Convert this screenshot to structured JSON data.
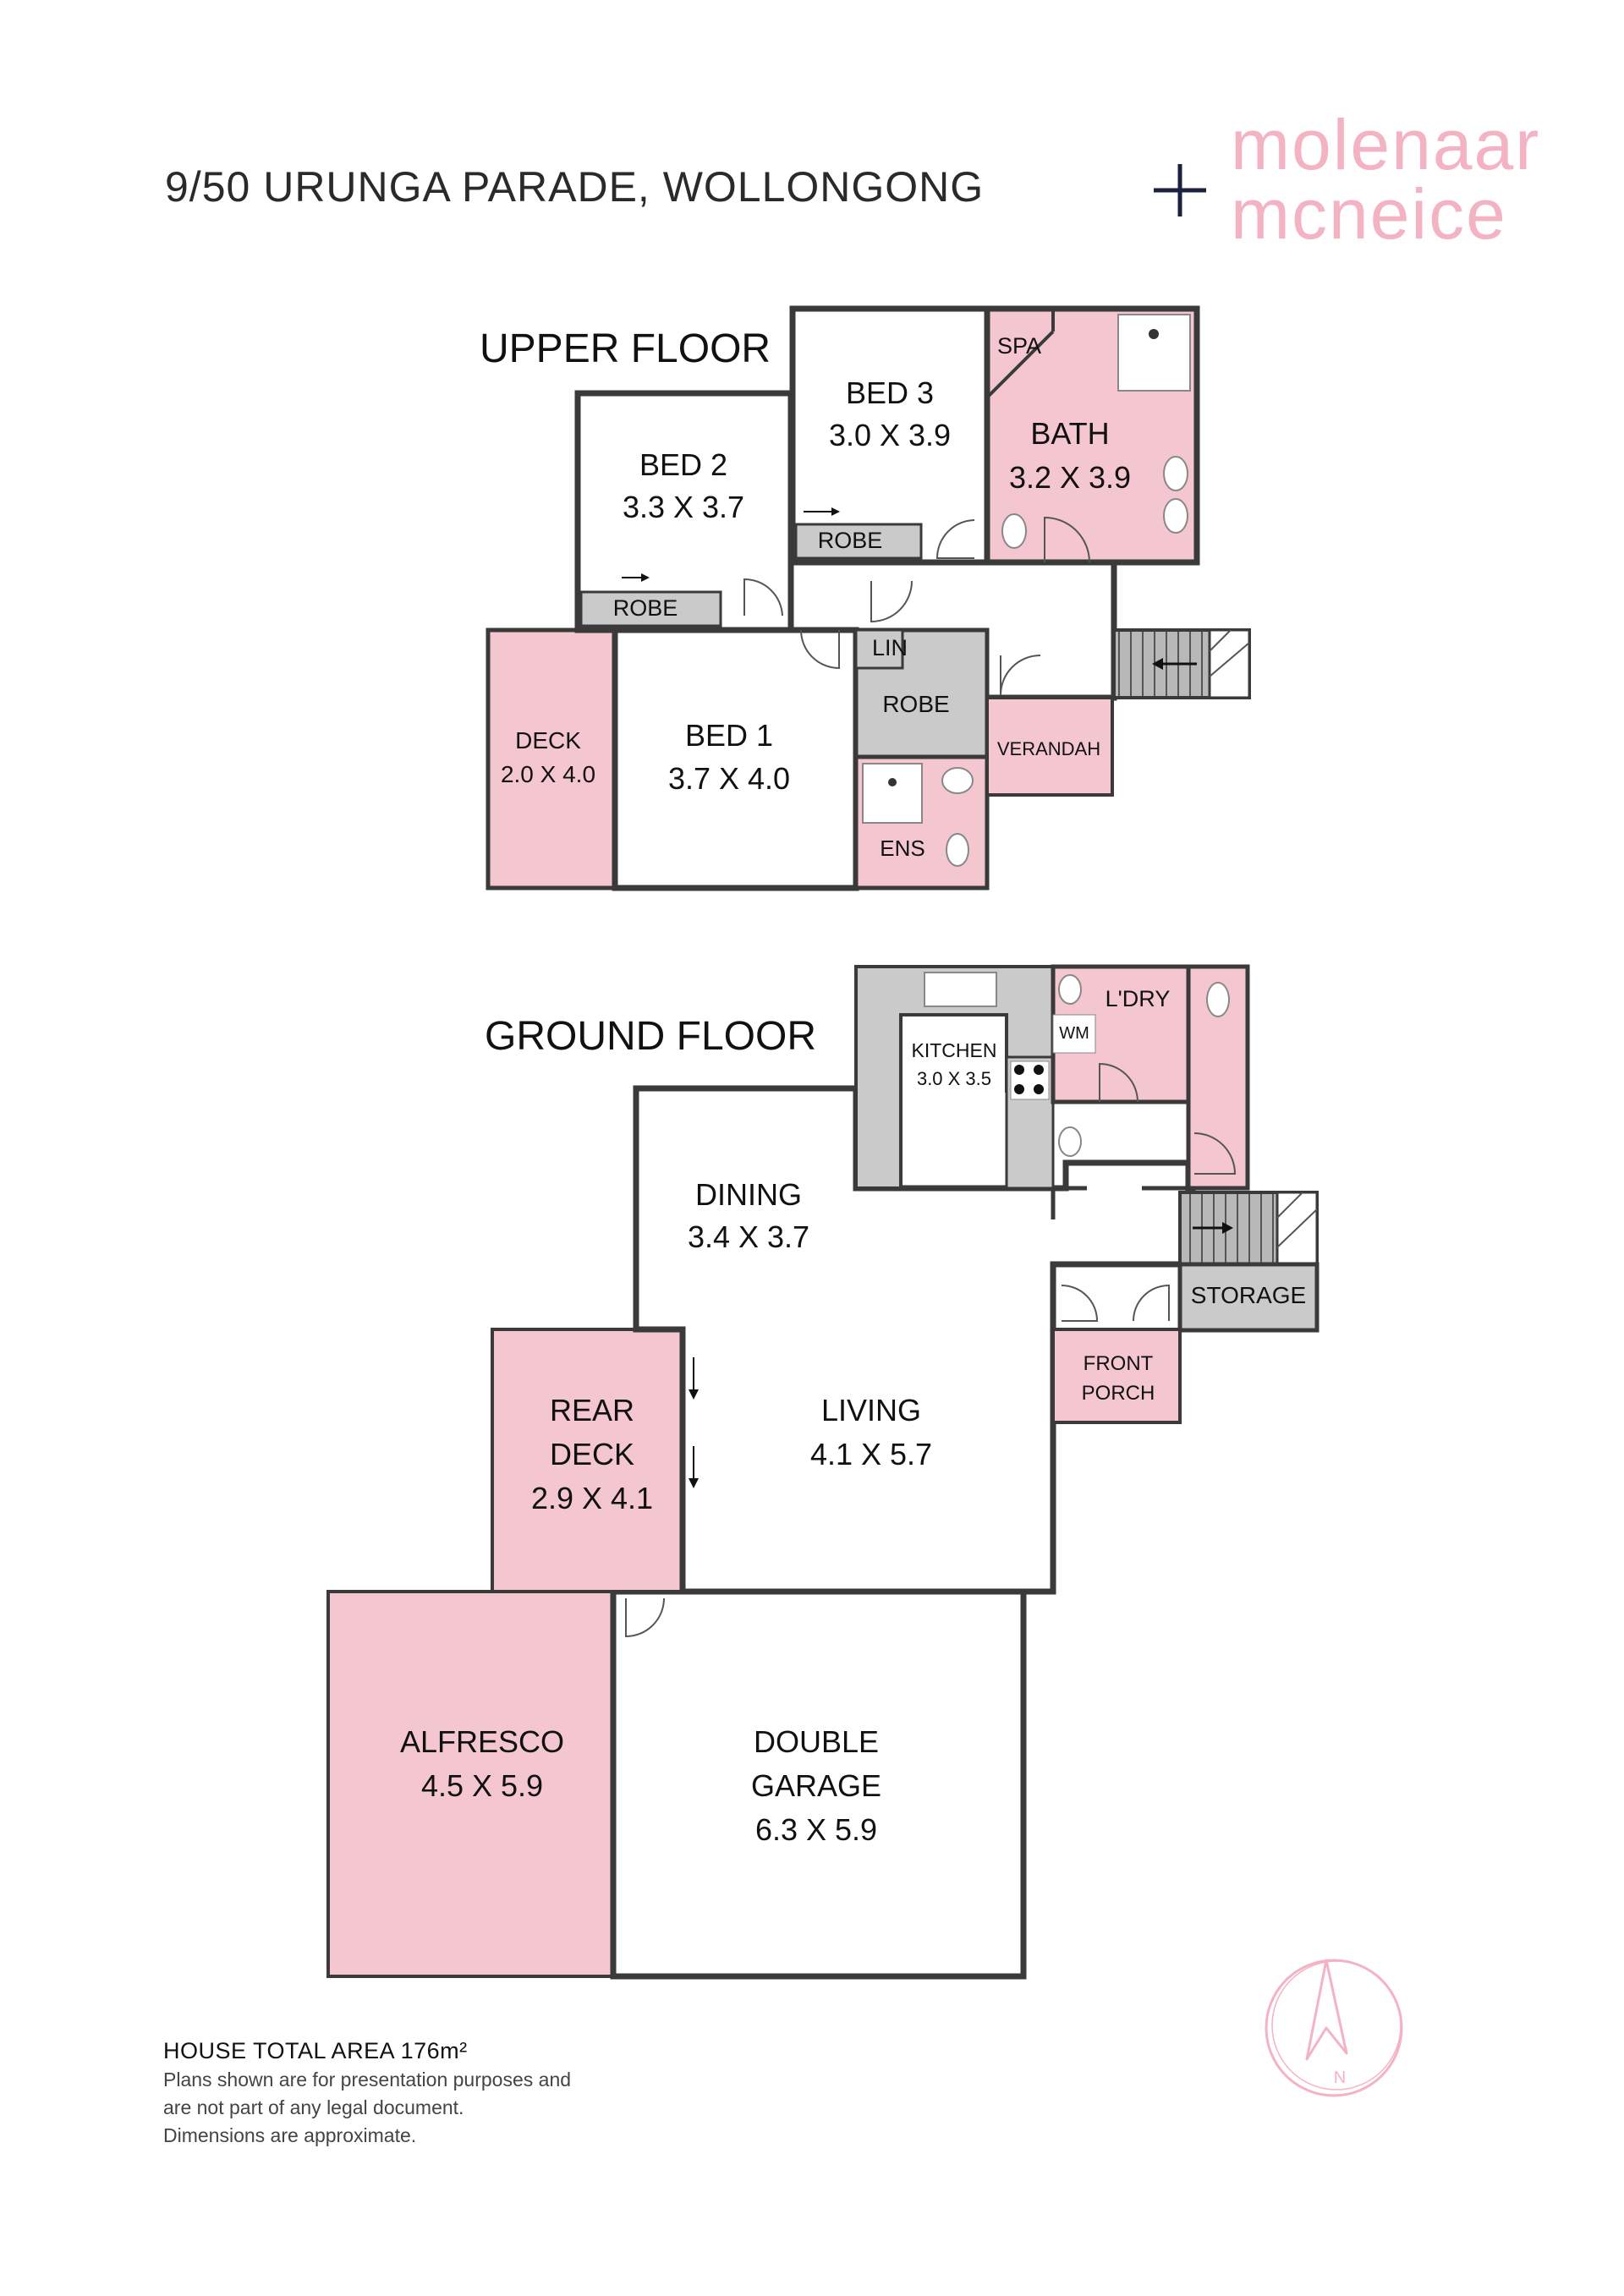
{
  "header": {
    "address": "9/50 URUNGA PARADE, WOLLONGONG"
  },
  "brand": {
    "line1": "molenaar",
    "line2": "mcneice",
    "color": "#f3b3c3",
    "plus_color": "#1c2140"
  },
  "colors": {
    "wet_area": "#f4c6d0",
    "joinery": "#cacaca",
    "wall": "#3a3a3a"
  },
  "upper_floor": {
    "title": "UPPER FLOOR",
    "rooms": {
      "bed2": {
        "name": "BED 2",
        "dims": "3.3 X 3.7"
      },
      "bed3": {
        "name": "BED 3",
        "dims": "3.0 X 3.9"
      },
      "bath": {
        "name": "BATH",
        "dims": "3.2 X 3.9"
      },
      "spa": {
        "name": "SPA"
      },
      "robe_bed3": {
        "name": "ROBE"
      },
      "robe_bed2": {
        "name": "ROBE"
      },
      "bed1": {
        "name": "BED 1",
        "dims": "3.7 X 4.0"
      },
      "deck": {
        "name": "DECK",
        "dims": "2.0 X 4.0"
      },
      "lin": {
        "name": "LIN"
      },
      "robe_bed1": {
        "name": "ROBE"
      },
      "verandah": {
        "name": "VERANDAH"
      },
      "ens": {
        "name": "ENS"
      }
    }
  },
  "ground_floor": {
    "title": "GROUND FLOOR",
    "rooms": {
      "kitchen": {
        "name": "KITCHEN",
        "dims": "3.0 X 3.5"
      },
      "wm": {
        "name": "WM"
      },
      "ldry": {
        "name": "L'DRY"
      },
      "dining": {
        "name": "DINING",
        "dims": "3.4 X 3.7"
      },
      "storage": {
        "name": "STORAGE"
      },
      "front_porch": {
        "name": "FRONT",
        "name2": "PORCH"
      },
      "rear_deck": {
        "name": "REAR",
        "name2": "DECK",
        "dims": "2.9 X 4.1"
      },
      "living": {
        "name": "LIVING",
        "dims": "4.1 X 5.7"
      },
      "alfresco": {
        "name": "ALFRESCO",
        "dims": "4.5 X 5.9"
      },
      "garage": {
        "name": "DOUBLE",
        "name2": "GARAGE",
        "dims": "6.3 X 5.9"
      }
    }
  },
  "compass": {
    "label": "N",
    "color": "#f3b3c3"
  },
  "footer": {
    "total_area": "HOUSE TOTAL AREA 176m²",
    "line1": "Plans shown are for presentation purposes and",
    "line2": "are not part of any legal document.",
    "line3": "Dimensions are approximate."
  }
}
